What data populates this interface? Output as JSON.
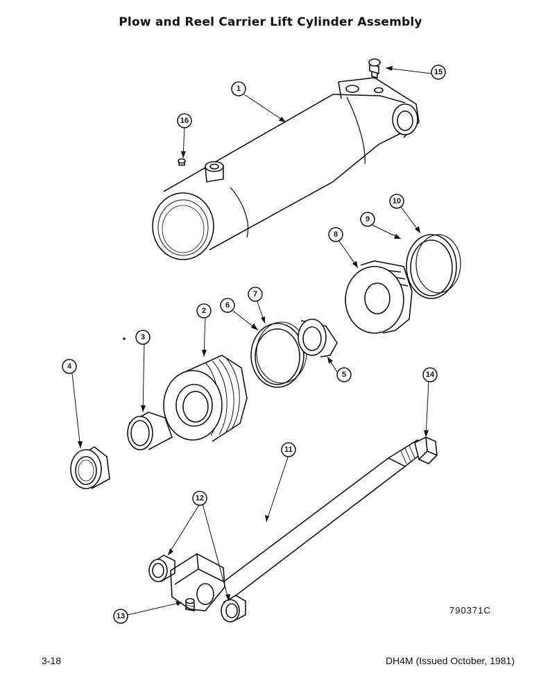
{
  "page": {
    "title": "Plow and Reel Carrier Lift Cylinder Assembly",
    "page_number": "3-18",
    "issue_info": "DH4M (Issued October, 1981)",
    "drawing_number": "790371C"
  },
  "callouts": {
    "c1": "1",
    "c2": "2",
    "c3": "3",
    "c4": "4",
    "c5": "5",
    "c6": "6",
    "c7": "7",
    "c8": "8",
    "c9": "9",
    "c10": "10",
    "c11": "11",
    "c12": "12",
    "c13": "13",
    "c14": "14",
    "c15": "15",
    "c16": "16"
  }
}
